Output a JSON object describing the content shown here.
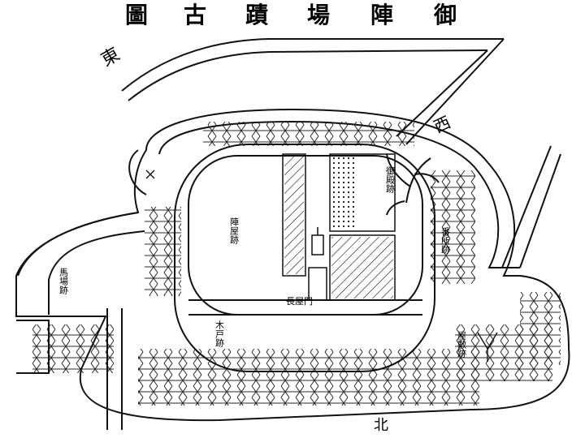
{
  "title_chars": [
    "御",
    "陣",
    "場",
    "蹟",
    "古",
    "圖"
  ],
  "compass": {
    "east": "東",
    "west": "西",
    "north": "北"
  },
  "place_labels": [
    {
      "text": "長屋門",
      "kind": "building"
    },
    {
      "text": "陣屋跡",
      "kind": "building"
    },
    {
      "text": "木戸跡",
      "kind": "building"
    },
    {
      "text": "番所跡",
      "kind": "building"
    },
    {
      "text": "馬場跡",
      "kind": "building"
    },
    {
      "text": "御殿跡",
      "kind": "building"
    },
    {
      "text": "屋敷跡",
      "kind": "building"
    }
  ],
  "colors": {
    "ink": "#111111",
    "paper": "#ffffff"
  }
}
